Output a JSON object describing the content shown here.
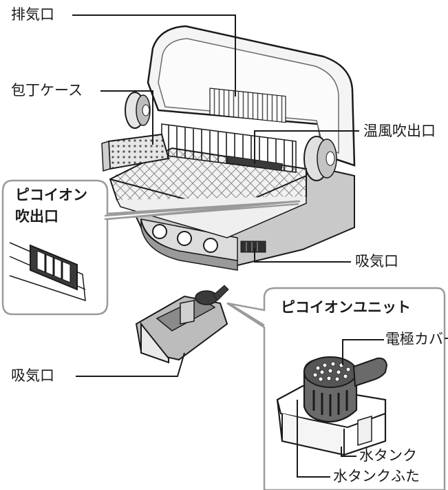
{
  "labels": {
    "exhaust_port": "排気口",
    "knife_case": "包丁ケース",
    "warm_air_outlet": "温風吹出口",
    "pico_ion_outlet_line1": "ピコイオン",
    "pico_ion_outlet_line2": "吹出口",
    "intake_port_right": "吸気口",
    "intake_port_left": "吸気口",
    "pico_ion_unit_title": "ピコイオンユニット",
    "electrode_cover": "電極カバー",
    "water_tank": "水タンク",
    "water_tank_lid": "水タンクふた"
  },
  "colors": {
    "line": "#1a1a1a",
    "dark_gray": "#555555",
    "mid_gray": "#8a8a8a",
    "light_gray": "#d6d6d6",
    "panel_gray": "#a8a8a8",
    "callout_border": "#9a9a9a"
  }
}
